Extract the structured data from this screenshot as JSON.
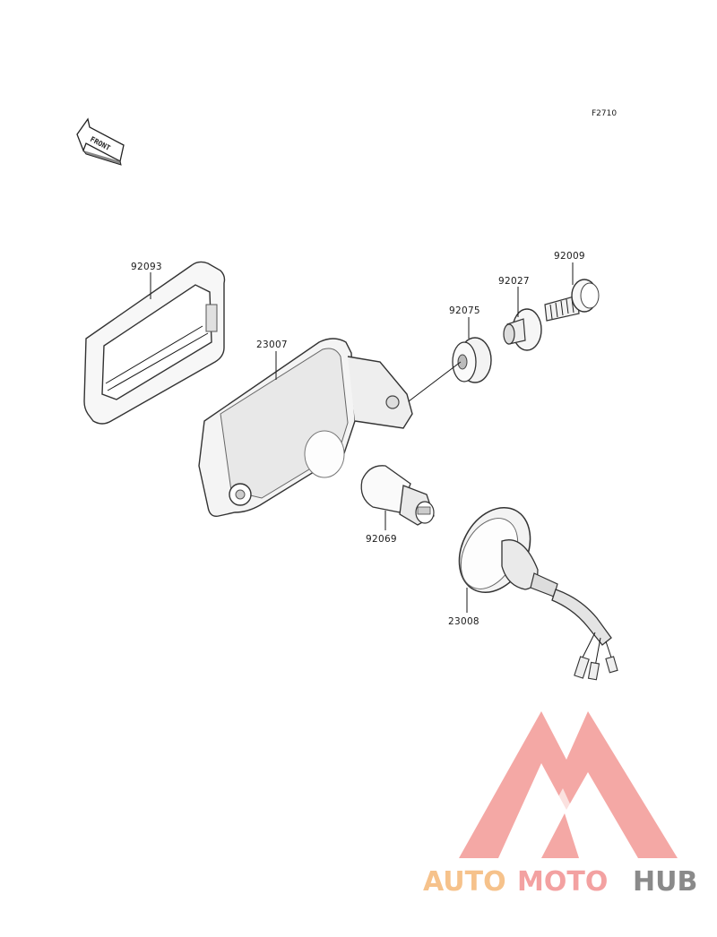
{
  "diagram": {
    "code": "F2710",
    "front_arrow_label": "FRONT",
    "parts": [
      {
        "number": "92093"
      },
      {
        "number": "23007"
      },
      {
        "number": "92075"
      },
      {
        "number": "92027"
      },
      {
        "number": "92009"
      },
      {
        "number": "92069"
      },
      {
        "number": "23008"
      }
    ]
  },
  "watermark": {
    "part1": "AUTO",
    "part2": "MOTO",
    "part3": "HUB",
    "color_auto": "#f6c28b",
    "color_moto": "#f3a1a1",
    "color_hub": "#8a8a8a",
    "logo_color": "#f39a96"
  }
}
